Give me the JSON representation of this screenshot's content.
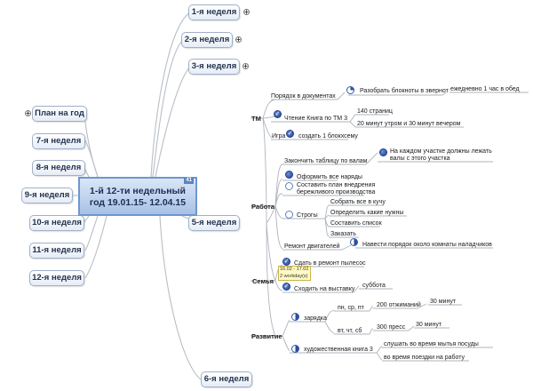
{
  "root": {
    "line1": "1-й 12-ти недельный",
    "line2": "год 19.01.15- 12.04.15",
    "flag": "41"
  },
  "weeks": {
    "w1": "1-я неделя",
    "w2": "2-я неделя",
    "w3": "3-я неделя",
    "w5": "5-я неделя",
    "w6": "6-я неделя",
    "plan": "План на год",
    "w7": "7-я неделя",
    "w8": "8-я неделя",
    "w9": "9-я неделя",
    "w10": "10-я неделя",
    "w11": "11-я неделя",
    "w12": "12-я неделя"
  },
  "tm": {
    "label": "ТМ",
    "docs": "Порядок в документах",
    "docs_child": "Разобрать блокноты в эвернот",
    "docs_child2": "ежедневно 1 час в обед",
    "book": "Чтение Книга по ТМ 3",
    "book_c1": "140 страниц",
    "book_c2": "20 минут утром и 30 минут вечером",
    "game": "Игра",
    "game_child": "создать 1 блокхсему"
  },
  "work": {
    "label": "Работа",
    "table": "Закончить таблицу по валам",
    "table_child1": "На каждом участке должны лежать",
    "table_child2": "валы с этого участка",
    "outfits": "Оформить все наряды",
    "plan1": "Составить план внедрения",
    "plan2": "бережливого производства",
    "strogi": "Строгы",
    "s1": "Собрать все в кучу",
    "s2": "Определить какие нужны",
    "s3": "Составить список",
    "s4": "Заказать",
    "engines": "Ремонт двигателей",
    "engines_child": "Навести порядок около комнаты наладчиков"
  },
  "family": {
    "label": "Семья",
    "vacuum": "Сдать в ремонт пылесос",
    "note1": "16.02 - 17.02",
    "note2": "2 workday(s)",
    "expo": "Сходить на выставку",
    "saturday": "суббота"
  },
  "dev": {
    "label": "Развитие",
    "exercise": "зарядка",
    "days1": "пн, ср, пт",
    "pushups": "200 отжиманий",
    "min30a": "30 минут",
    "days2": "вт, чт, сб",
    "press": "300 пресс",
    "min30b": "30 минут",
    "artbook": "художественная книга 3",
    "ab1": "слушать во время мытья посуды",
    "ab2": "во время поездки на работу"
  },
  "plus_glyph": "+"
}
